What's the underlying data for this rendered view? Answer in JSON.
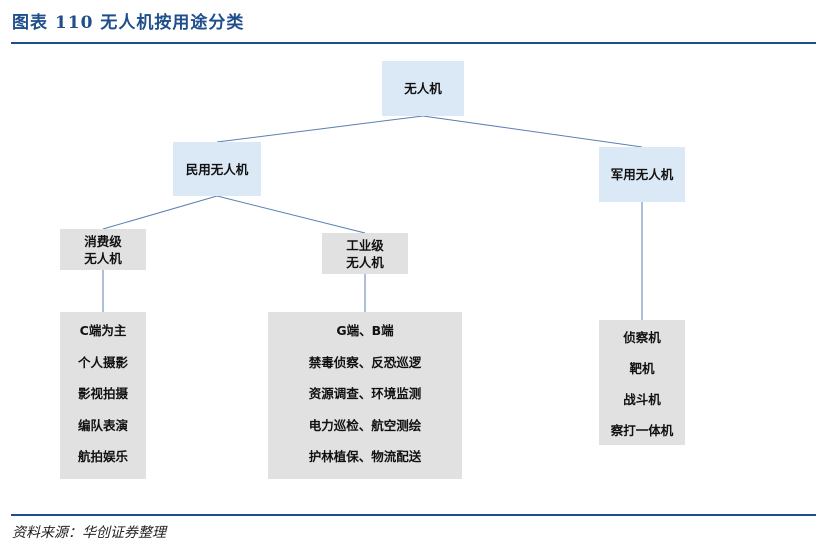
{
  "title": "图表 110    无人机按用途分类",
  "source": "资料来源：华创证券整理",
  "nodes": {
    "root": "无人机",
    "civil": "民用无人机",
    "military": "军用无人机",
    "consumer": [
      "消费级",
      "无人机"
    ],
    "industrial": [
      "工业级",
      "无人机"
    ]
  },
  "lists": {
    "consumer": [
      "C端为主",
      "个人摄影",
      "影视拍摄",
      "编队表演",
      "航拍娱乐"
    ],
    "industrial": [
      "G端、B端",
      "禁毒侦察、反恐巡逻",
      "资源调查、环境监测",
      "电力巡检、航空测绘",
      "护林植保、物流配送"
    ],
    "military": [
      "侦察机",
      "靶机",
      "战斗机",
      "察打一体机"
    ]
  },
  "colors": {
    "brand": "#1f4e8c",
    "blue_box": "#dbe8f5",
    "grey_box": "#e1e1e1",
    "connector": "#5b7fb3"
  }
}
